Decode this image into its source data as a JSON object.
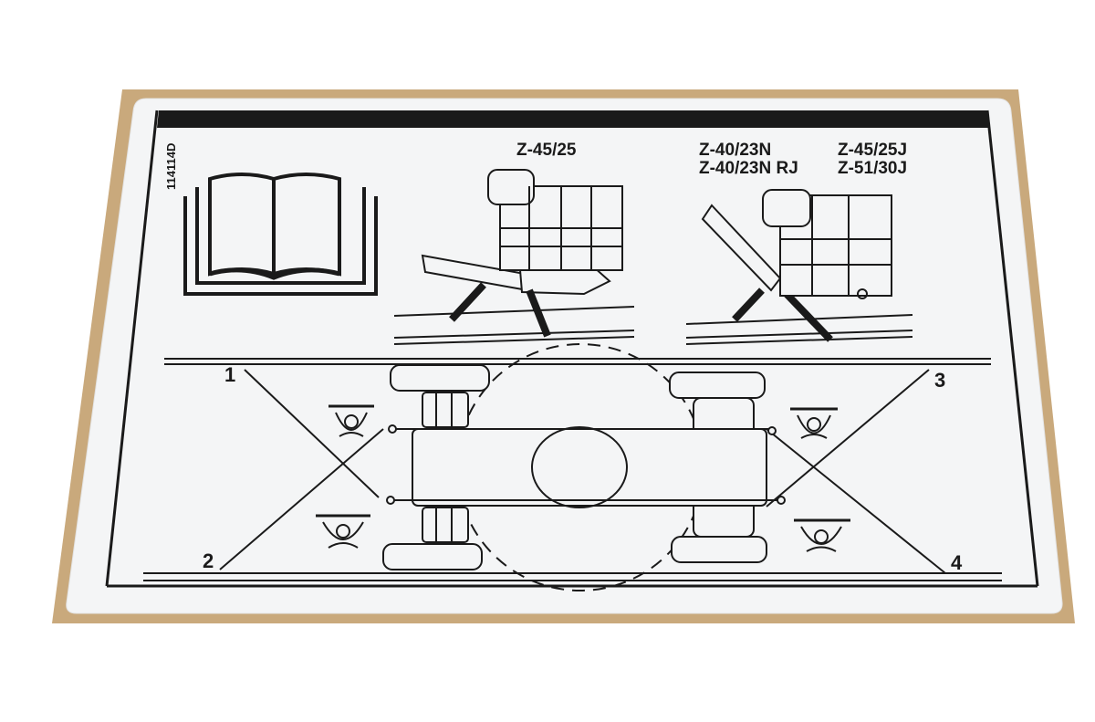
{
  "decal": {
    "part_number": "114114D",
    "colors": {
      "backing": "#c9a97c",
      "label": "#f4f5f6",
      "ink": "#1a1a1a"
    },
    "models_left": {
      "line1": "Z-45/25"
    },
    "models_right": {
      "col1_line1": "Z-40/23N",
      "col1_line2": "Z-40/23N RJ",
      "col2_line1": "Z-45/25J",
      "col2_line2": "Z-51/30J"
    },
    "tie_down_points": [
      "1",
      "2",
      "3",
      "4"
    ],
    "icons": [
      "manual-book-icon",
      "platform-boom-icon",
      "jib-platform-icon",
      "tie-down-anchor-icon",
      "machine-top-view-icon"
    ]
  }
}
